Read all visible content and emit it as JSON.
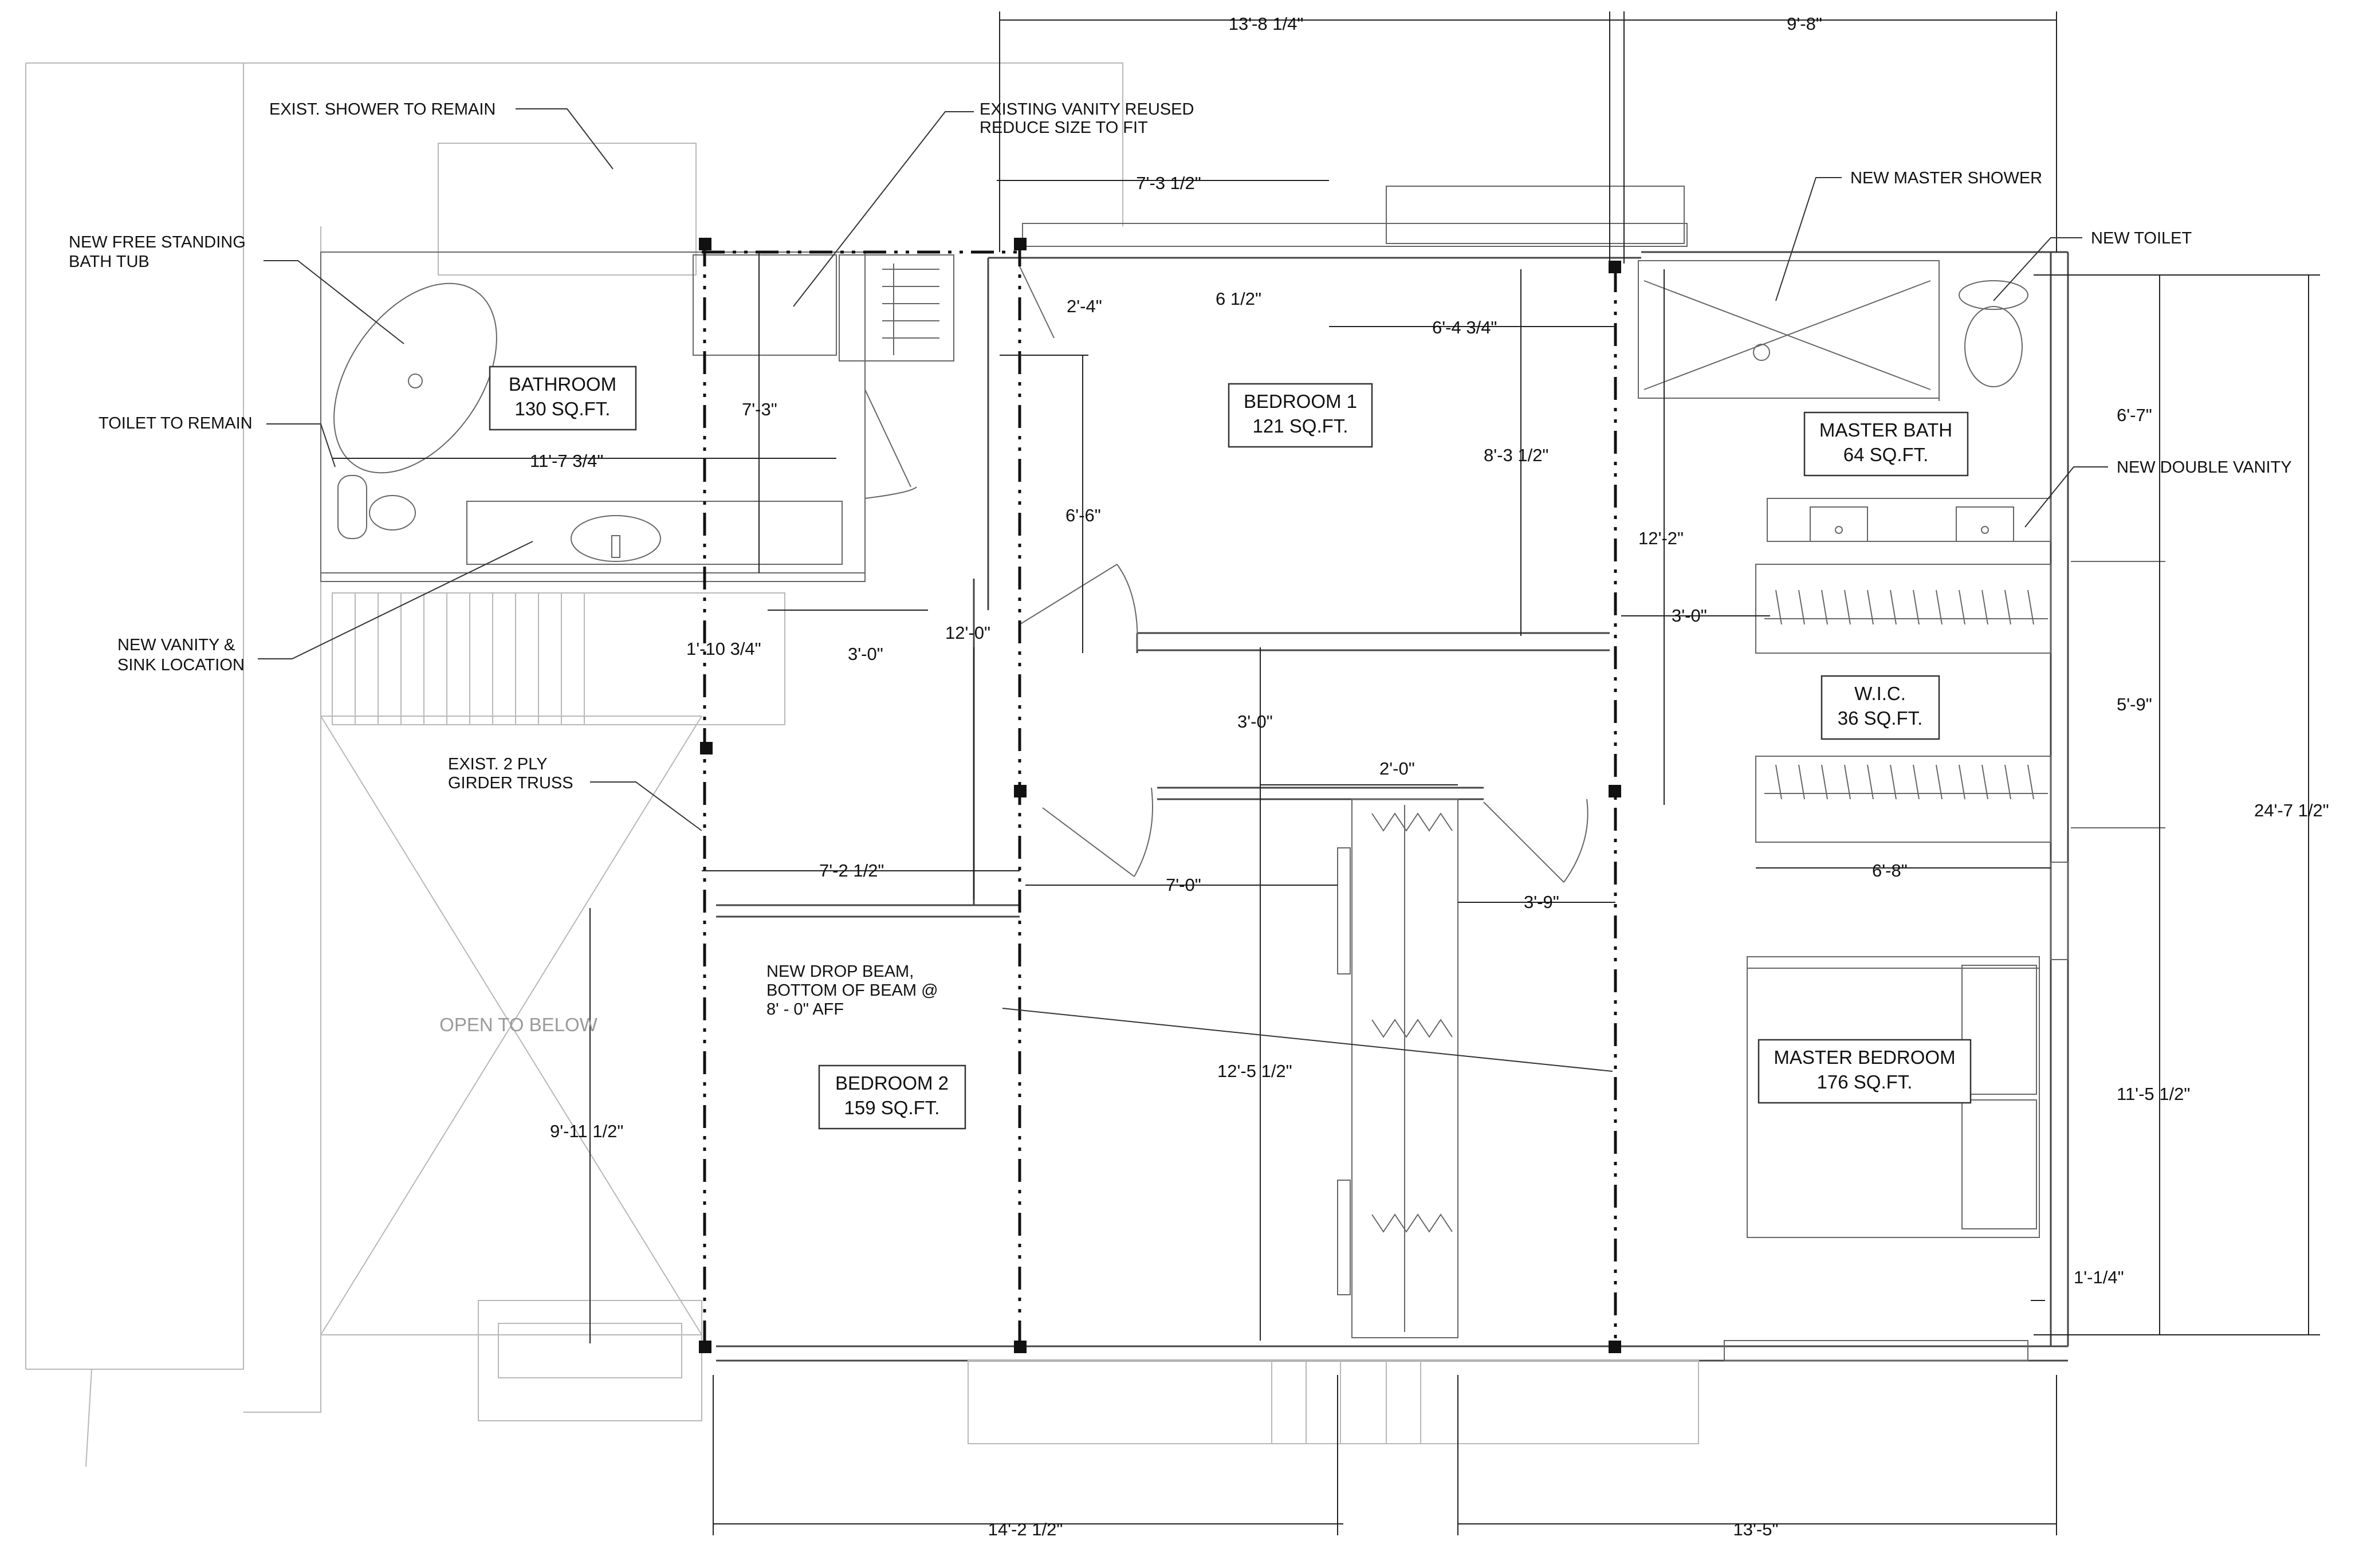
{
  "rooms": {
    "bathroom": {
      "name": "BATHROOM",
      "area": "130 SQ.FT."
    },
    "bedroom1": {
      "name": "BEDROOM 1",
      "area": "121 SQ.FT."
    },
    "bedroom2": {
      "name": "BEDROOM 2",
      "area": "159 SQ.FT."
    },
    "master_bath": {
      "name": "MASTER BATH",
      "area": "64 SQ.FT."
    },
    "wic": {
      "name": "W.I.C.",
      "area": "36 SQ.FT."
    },
    "master_bedroom": {
      "name": "MASTER BEDROOM",
      "area": "176 SQ.FT."
    },
    "open_to_below": "OPEN TO BELOW"
  },
  "notes": {
    "shower_remain": "EXIST. SHOWER TO REMAIN",
    "vanity_reused_1": "EXISTING VANITY REUSED",
    "vanity_reused_2": "REDUCE SIZE TO FIT",
    "tub_1": "NEW FREE STANDING",
    "tub_2": "BATH TUB",
    "toilet_remain": "TOILET TO REMAIN",
    "new_vanity_1": "NEW VANITY &",
    "new_vanity_2": "SINK LOCATION",
    "girder_1": "EXIST. 2 PLY",
    "girder_2": "GIRDER TRUSS",
    "drop_beam_1": "NEW DROP BEAM,",
    "drop_beam_2": "BOTTOM OF BEAM @",
    "drop_beam_3": "8' - 0\" AFF",
    "master_shower": "NEW MASTER SHOWER",
    "new_toilet": "NEW TOILET",
    "double_vanity": "NEW DOUBLE VANITY"
  },
  "dimensions": {
    "top_1": "13'-8 1/4\"",
    "top_2": "9'-8\"",
    "d_7_3_half": "7'-3 1/2\"",
    "d_2_4": "2'-4\"",
    "d_6_half": "6 1/2\"",
    "d_6_4_34": "6'-4 3/4\"",
    "d_7_3": "7'-3\"",
    "d_11_7_34": "11'-7 3/4\"",
    "d_6_6": "6'-6\"",
    "d_8_3_half": "8'-3 1/2\"",
    "d_12_2": "12'-2\"",
    "d_6_7": "6'-7\"",
    "d_1_10_34": "1'-10 3/4\"",
    "d_3_0_a": "3'-0\"",
    "d_12_0": "12'-0\"",
    "d_3_0_b": "3'-0\"",
    "d_3_0_c": "3'-0\"",
    "d_2_0": "2'-0\"",
    "d_7_2_half": "7'-2 1/2\"",
    "d_7_0": "7'-0\"",
    "d_3_9": "3'-9\"",
    "d_6_8": "6'-8\"",
    "d_5_9": "5'-9\"",
    "d_24_7_half": "24'-7 1/2\"",
    "d_12_5_half": "12'-5 1/2\"",
    "d_9_11_half": "9'-11 1/2\"",
    "d_11_5_half": "11'-5 1/2\"",
    "d_1_14": "1'-1/4\"",
    "bottom_1": "14'-2 1/2\"",
    "bottom_2": "13'-5\""
  }
}
